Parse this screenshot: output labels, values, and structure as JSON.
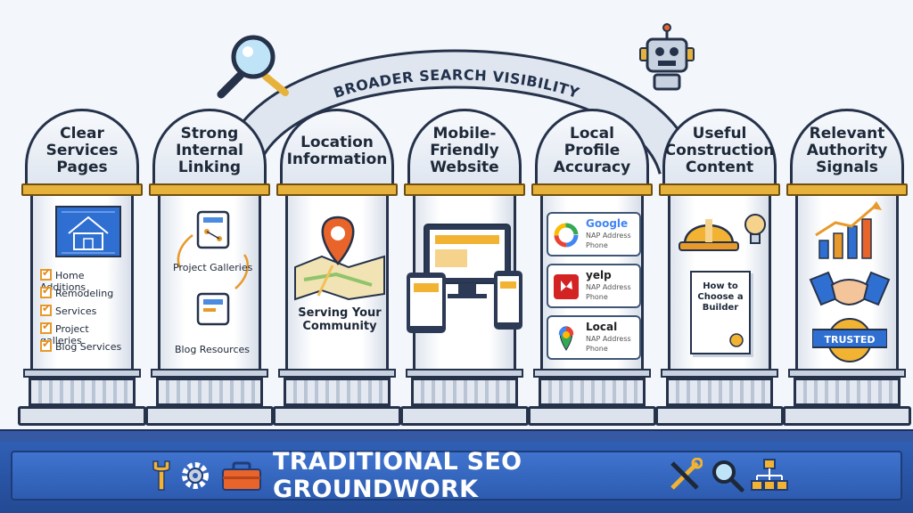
{
  "arch": {
    "title": "BROADER SEARCH VISIBILITY"
  },
  "banner": {
    "title": "TRADITIONAL SEO GROUNDWORK"
  },
  "pillars": [
    {
      "title": "Clear Services Pages",
      "items": [
        "Home Additions",
        "Remodeling",
        "Services",
        "Project galleries",
        "Blog Services"
      ]
    },
    {
      "title": "Strong Internal Linking",
      "labels": [
        "Project Galleries",
        "Blog Resources"
      ]
    },
    {
      "title": "Location Information",
      "caption": "Serving Your Community"
    },
    {
      "title": "Mobile-Friendly Website"
    },
    {
      "title": "Local Profile Accuracy",
      "cards": [
        {
          "name": "Google",
          "line1": "NAP Address",
          "line2": "Phone"
        },
        {
          "name": "yelp",
          "line1": "NAP Address",
          "line2": "Phone"
        },
        {
          "name": "Local",
          "line1": "NAP Address",
          "line2": "Phone"
        }
      ]
    },
    {
      "title": "Useful Construction Content",
      "doc": "How to Choose a Builder"
    },
    {
      "title": "Relevant Authority Signals",
      "badge": "TRUSTED"
    }
  ],
  "colors": {
    "accent_gold": "#e7b23b",
    "banner_blue": "#2d5bb0",
    "outline": "#25324a",
    "orange": "#e8642b"
  },
  "icons": [
    "magnifier-icon",
    "robot-icon",
    "blueprint-house-icon",
    "link-node-icon",
    "map-pin-icon",
    "devices-icon",
    "google-logo-icon",
    "yelp-logo-icon",
    "maps-pin-logo-icon",
    "hard-hat-icon",
    "lightbulb-icon",
    "growth-chart-icon",
    "handshake-icon",
    "trusted-badge-icon",
    "wrench-icon",
    "gear-icon",
    "toolbox-icon",
    "tools-icon",
    "search-icon",
    "sitemap-icon"
  ]
}
